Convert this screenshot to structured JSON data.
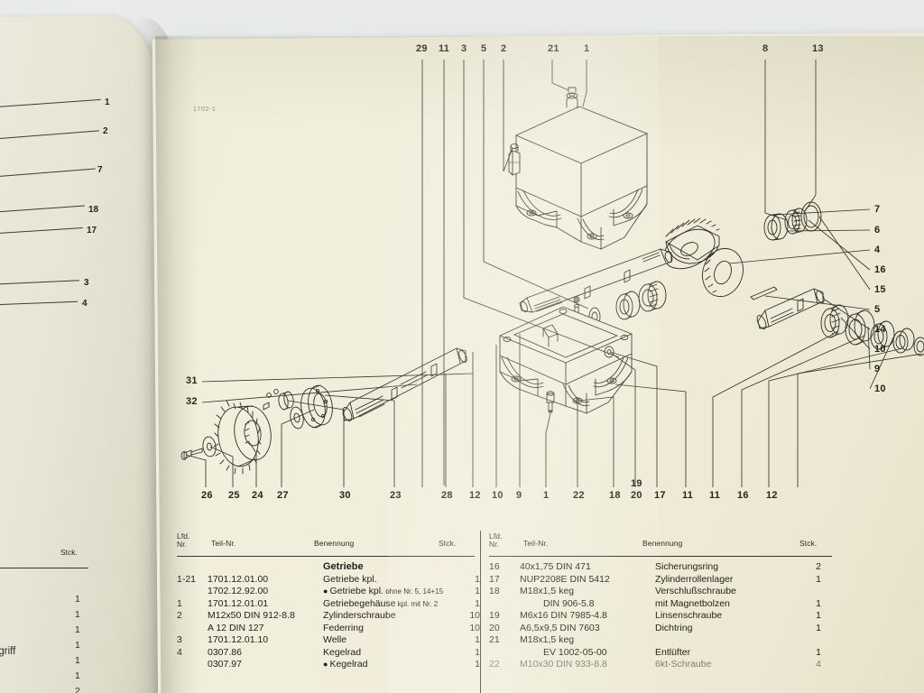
{
  "document": {
    "type": "spare-parts-catalog",
    "plate_code": "1702-1",
    "section_title": "Getriebe"
  },
  "diagram": {
    "callouts_top": [
      "29",
      "11",
      "3",
      "5",
      "2",
      "21",
      "1",
      "8",
      "13"
    ],
    "callouts_right": [
      "7",
      "6",
      "4",
      "16",
      "15",
      "5",
      "14",
      "10",
      "9",
      "10"
    ],
    "callouts_left": [
      "31",
      "32"
    ],
    "callouts_bottom": [
      "26",
      "25",
      "24",
      "27",
      "30",
      "23",
      "28",
      "12",
      "10",
      "9",
      "1",
      "22",
      "18",
      "19",
      "20",
      "17",
      "11",
      "11",
      "16",
      "12"
    ]
  },
  "table": {
    "headers": {
      "lfd_nr": "Lfd.",
      "lfd_nr2": "Nr.",
      "teil_nr": "Teil-Nr.",
      "benennung": "Benennung",
      "stck": "Stck."
    },
    "left_rows": [
      {
        "nr": "",
        "teil": "",
        "bullet": false,
        "ben": "Getriebe",
        "ben_note": "",
        "stck": "",
        "head": true
      },
      {
        "nr": "1-21",
        "teil": "1701.12.01.00",
        "bullet": false,
        "ben": "Getriebe kpl.",
        "ben_note": "",
        "stck": "1"
      },
      {
        "nr": "",
        "teil": "1702.12.92.00",
        "bullet": true,
        "ben": "Getriebe kpl.",
        "ben_note": "ohne Nr. 5, 14+15",
        "stck": "1"
      },
      {
        "nr": "1",
        "teil": "1701.12.01.01",
        "bullet": false,
        "ben": "Getriebegehäuse",
        "ben_note": "kpl. mit Nr. 2",
        "stck": "1"
      },
      {
        "nr": "2",
        "teil": "M12x50 DIN 912-8.8",
        "bullet": false,
        "ben": "Zylinderschraube",
        "ben_note": "",
        "stck": "10"
      },
      {
        "nr": "",
        "teil": "A 12 DIN 127",
        "bullet": false,
        "ben": "Federring",
        "ben_note": "",
        "stck": "10"
      },
      {
        "nr": "3",
        "teil": "1701.12.01.10",
        "bullet": false,
        "ben": "Welle",
        "ben_note": "",
        "stck": "1"
      },
      {
        "nr": "4",
        "teil": "0307.86",
        "bullet": false,
        "ben": "Kegelrad",
        "ben_note": "",
        "stck": "1"
      },
      {
        "nr": "",
        "teil": "0307.97",
        "bullet": true,
        "ben": "Kegelrad",
        "ben_note": "",
        "stck": "1"
      }
    ],
    "right_rows": [
      {
        "nr": "16",
        "teil": "40x1,75 DIN 471",
        "ben": "Sicherungsring",
        "stck": "2"
      },
      {
        "nr": "17",
        "teil": "NUP2208E DIN 5412",
        "ben": "Zylinderrollenlager",
        "stck": "1"
      },
      {
        "nr": "18",
        "teil": "M18x1,5 keg",
        "ben": "Verschlußschraube",
        "stck": ""
      },
      {
        "nr": "",
        "teil": "DIN 906-5.8",
        "ben": "mit Magnetbolzen",
        "stck": "1",
        "indent": true
      },
      {
        "nr": "19",
        "teil": "M6x16 DIN 7985-4.8",
        "ben": "Linsenschraube",
        "stck": "1"
      },
      {
        "nr": "20",
        "teil": "A6,5x9,5 DIN 7603",
        "ben": "Dichtring",
        "stck": "1"
      },
      {
        "nr": "21",
        "teil": "M18x1,5 keg",
        "ben": "",
        "stck": ""
      },
      {
        "nr": "",
        "teil": "EV 1002-05-00",
        "ben": "Entlüfter",
        "stck": "1",
        "indent": true
      },
      {
        "nr": "22",
        "teil": "M10x30 DIN 933-8.8",
        "ben": "6kt-Schraube",
        "stck": "4",
        "cut": true
      }
    ]
  },
  "left_page": {
    "stck_header": "Stck.",
    "callouts": [
      "1",
      "2",
      "7",
      "18",
      "17",
      "3",
      "4"
    ],
    "word_fragment": "dgriff",
    "quantities": [
      "1",
      "1",
      "1",
      "1",
      "1",
      "1",
      "2"
    ]
  }
}
